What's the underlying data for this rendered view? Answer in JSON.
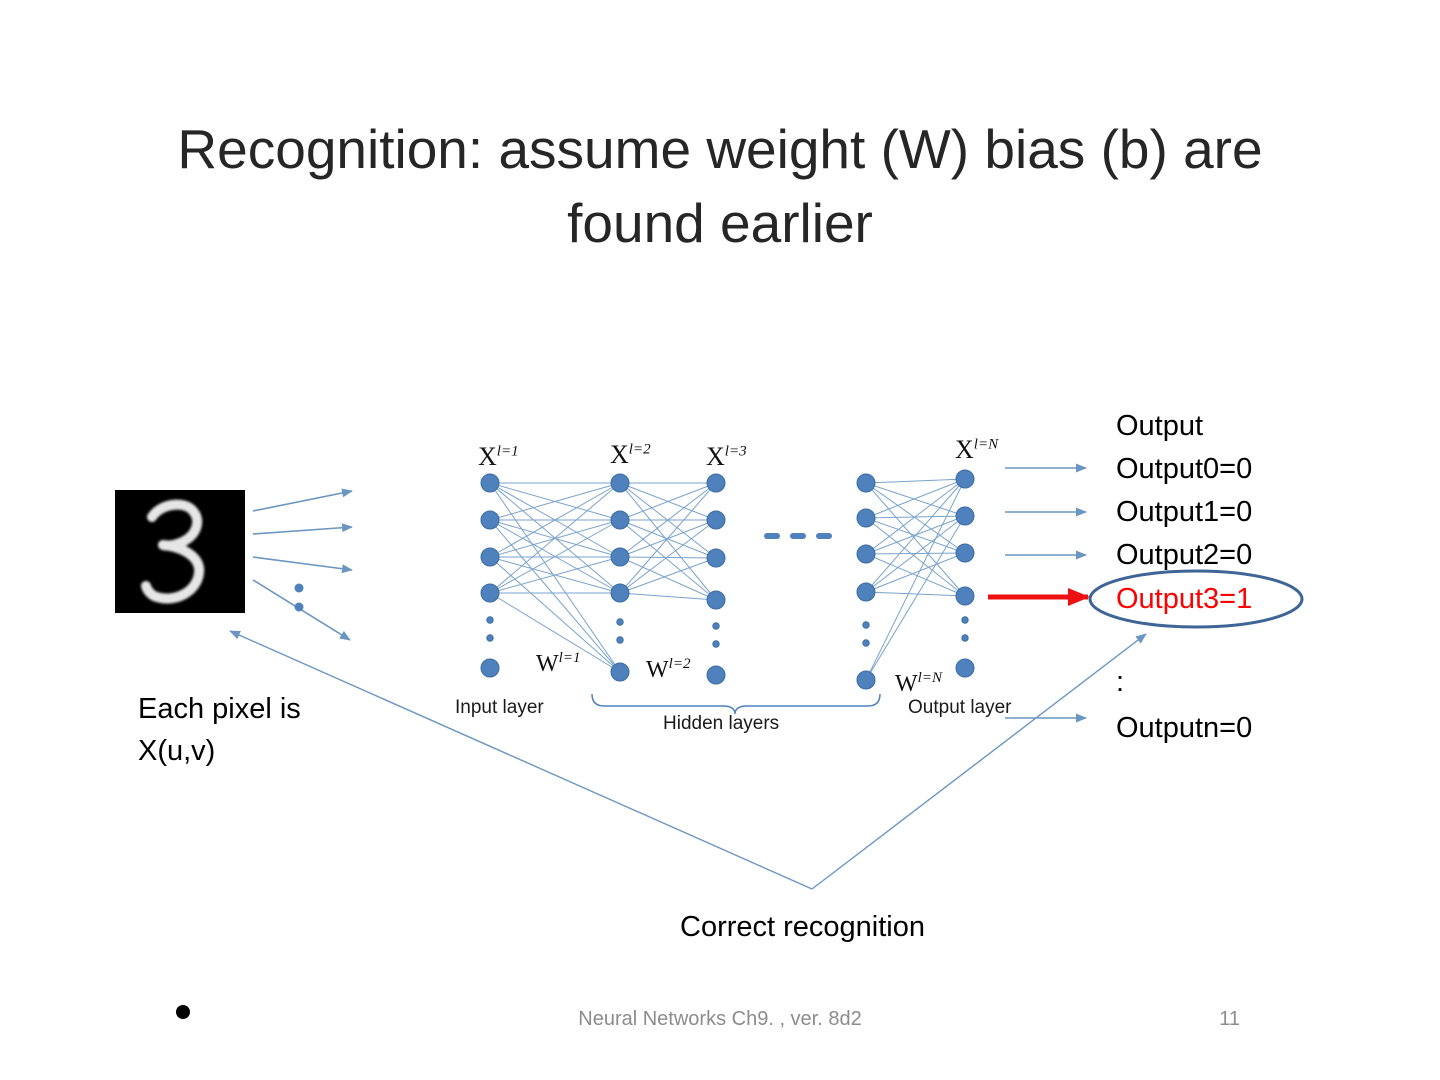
{
  "slide": {
    "title_line1": "Recognition: assume weight (W) bias (b) are",
    "title_line2": "found earlier",
    "footer": "Neural Networks Ch9. , ver. 8d2",
    "page_number": "11"
  },
  "network": {
    "layer_labels": [
      {
        "base": "X",
        "sup": "l=1"
      },
      {
        "base": "X",
        "sup": "l=2"
      },
      {
        "base": "X",
        "sup": "l=3"
      },
      {
        "base": "X",
        "sup": "l=N"
      }
    ],
    "weight_labels": [
      {
        "base": "W",
        "sup": "l=1"
      },
      {
        "base": "W",
        "sup": "l=2"
      },
      {
        "base": "W",
        "sup": "l=N"
      }
    ],
    "input_layer_label": "Input layer",
    "hidden_layers_label": "Hidden layers",
    "output_layer_label": "Output layer"
  },
  "outputs": {
    "header": "Output",
    "items": [
      "Output0=0",
      "Output1=0",
      "Output2=0"
    ],
    "highlighted": "Output3=1",
    "ellipsis": ":",
    "last": "Outputn=0"
  },
  "annotations": {
    "each_pixel_line1": "Each pixel is",
    "each_pixel_line2": "X(u,v)",
    "correct_recognition": "Correct recognition"
  },
  "colors": {
    "node_blue": "#4f81bd",
    "node_stroke": "#3a6ea5",
    "line_blue": "#7aa3cc",
    "arrow_blue": "#6b96c1",
    "highlight_red": "#ee1111",
    "ellipse_stroke": "#3f6596"
  }
}
